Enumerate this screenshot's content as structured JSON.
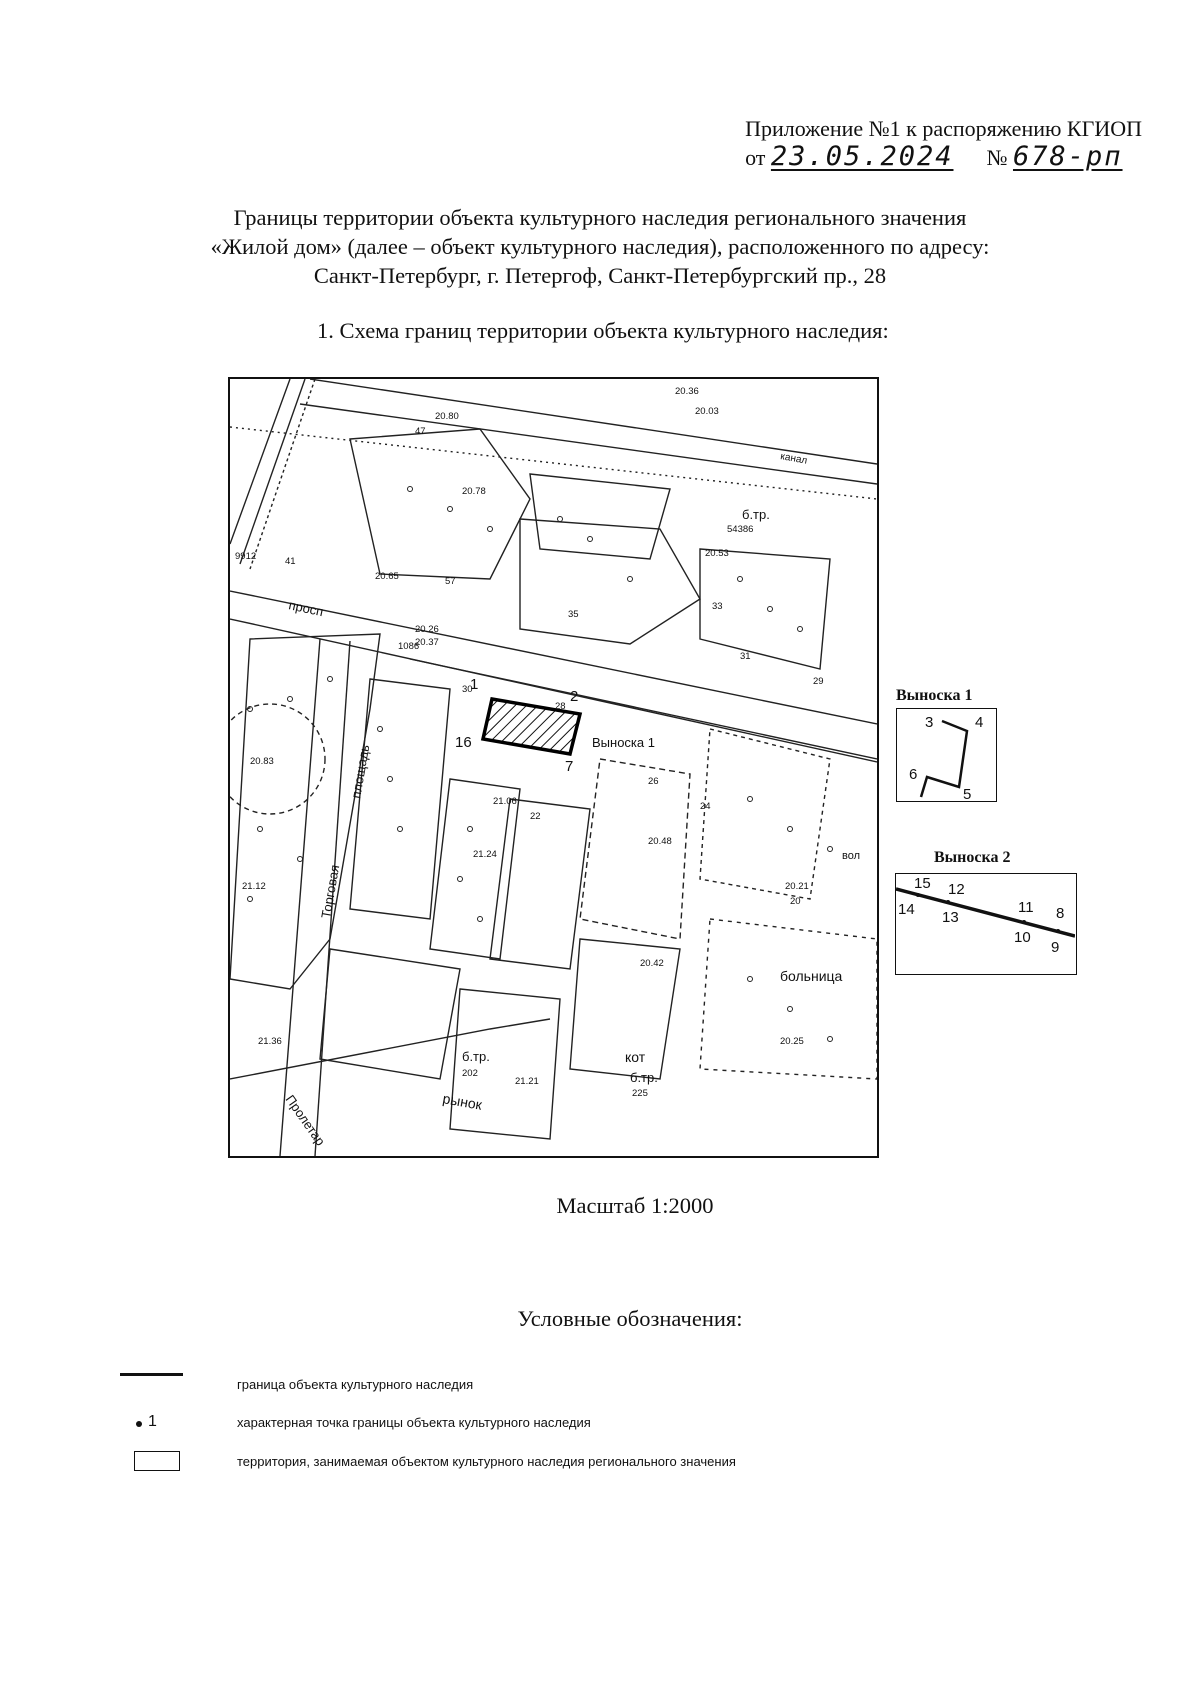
{
  "header": {
    "appendix": "Приложение №1 к распоряжению КГИОП",
    "date_prefix": "от",
    "date_value": "23.05.2024",
    "number_prefix": "№",
    "number_value": "678-рп"
  },
  "title": {
    "line1": "Границы территории объекта культурного наследия регионального значения",
    "line2": "«Жилой дом» (далее – объект культурного наследия), расположенного по адресу:",
    "line3": "Санкт-Петербург, г. Петергоф, Санкт-Петербургский пр., 28"
  },
  "section_heading": "1.  Схема границ территории объекта культурного наследия:",
  "map": {
    "labels": {
      "prosp": "просп",
      "ploshchad": "площадь",
      "torgovaya": "Торговая",
      "proletarskaya": "Пролетар",
      "rynok": "рынок",
      "bolnitsa": "больница",
      "kot": "кот",
      "btr1": "б.тр.",
      "btr2": "б.тр.",
      "btr3": "б.тр.",
      "vynoska_label": "Выноска 1",
      "kanal": "канал",
      "vol": "вол"
    },
    "elevations": [
      "20.80",
      "20.36",
      "20.03",
      "20.78",
      "20.65",
      "20.53",
      "20.26",
      "20.37",
      "20.83",
      "21.12",
      "21.06",
      "21.24",
      "20.48",
      "20.21",
      "20.42",
      "21.36",
      "21.21",
      "20.25"
    ],
    "building_numbers": [
      "47",
      "41",
      "57",
      "35",
      "33",
      "31",
      "29",
      "30",
      "28",
      "26",
      "24",
      "22",
      "20",
      "9912",
      "54386",
      "1086",
      "202",
      "225"
    ],
    "points_on_map": [
      "1",
      "2",
      "16",
      "7"
    ]
  },
  "inset1": {
    "title": "Выноска 1",
    "points": [
      "3",
      "4",
      "6",
      "5"
    ]
  },
  "inset2": {
    "title": "Выноска 2",
    "points": [
      "15",
      "12",
      "11",
      "8",
      "14",
      "13",
      "10",
      "9"
    ]
  },
  "scale": "Масштаб 1:2000",
  "legend": {
    "title": "Условные обозначения:",
    "items": [
      {
        "symbol": "line",
        "text": "граница объекта культурного наследия"
      },
      {
        "symbol": "point",
        "point_label": "1",
        "text": "характерная точка границы объекта культурного наследия"
      },
      {
        "symbol": "rect",
        "text": "территория, занимаемая объектом культурного наследия регионального значения"
      }
    ]
  }
}
